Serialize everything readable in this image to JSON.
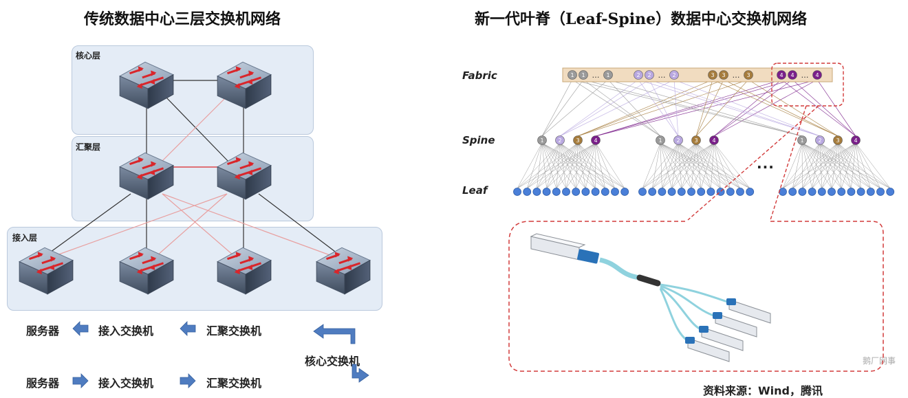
{
  "left_panel": {
    "title": "传统数据中心三层交换机网络",
    "layers": {
      "core": "核心层",
      "aggregation": "汇聚层",
      "access": "接入层"
    },
    "flow_row_1": [
      "服务器",
      "接入交换机",
      "汇聚交换机"
    ],
    "flow_row_2": [
      "服务器",
      "接入交换机",
      "汇聚交换机"
    ],
    "core_switch_label": "核心交换机",
    "colors": {
      "switch_top": "#a9b8cc",
      "switch_front": "#5f6f85",
      "arrow_red": "#d9262b",
      "layer_fill": "#e4ecf6",
      "flow_arrow": "#4f7cc0"
    }
  },
  "right_panel": {
    "title": "新一代叶脊（Leaf-Spine）数据中心交换机网络",
    "labels": {
      "fabric": "Fabric",
      "spine": "Spine",
      "leaf": "Leaf"
    },
    "fabric_groups": [
      {
        "label": "1",
        "color": "#9a9a9a"
      },
      {
        "label": "2",
        "color": "#b9a8e0"
      },
      {
        "label": "3",
        "color": "#a67c3c"
      },
      {
        "label": "4",
        "color": "#7a1f8a"
      }
    ],
    "fabric_dots": "…",
    "middle_ellipsis": "...",
    "watermark": "鹅厂网事",
    "source_text": "资料来源：Wind，腾讯",
    "colors": {
      "fabric_bar": "#f1dcc0",
      "leaf_node": "#4a7fd8",
      "dashed_red": "#d23a3a",
      "cable": "#7fc7d4"
    }
  }
}
